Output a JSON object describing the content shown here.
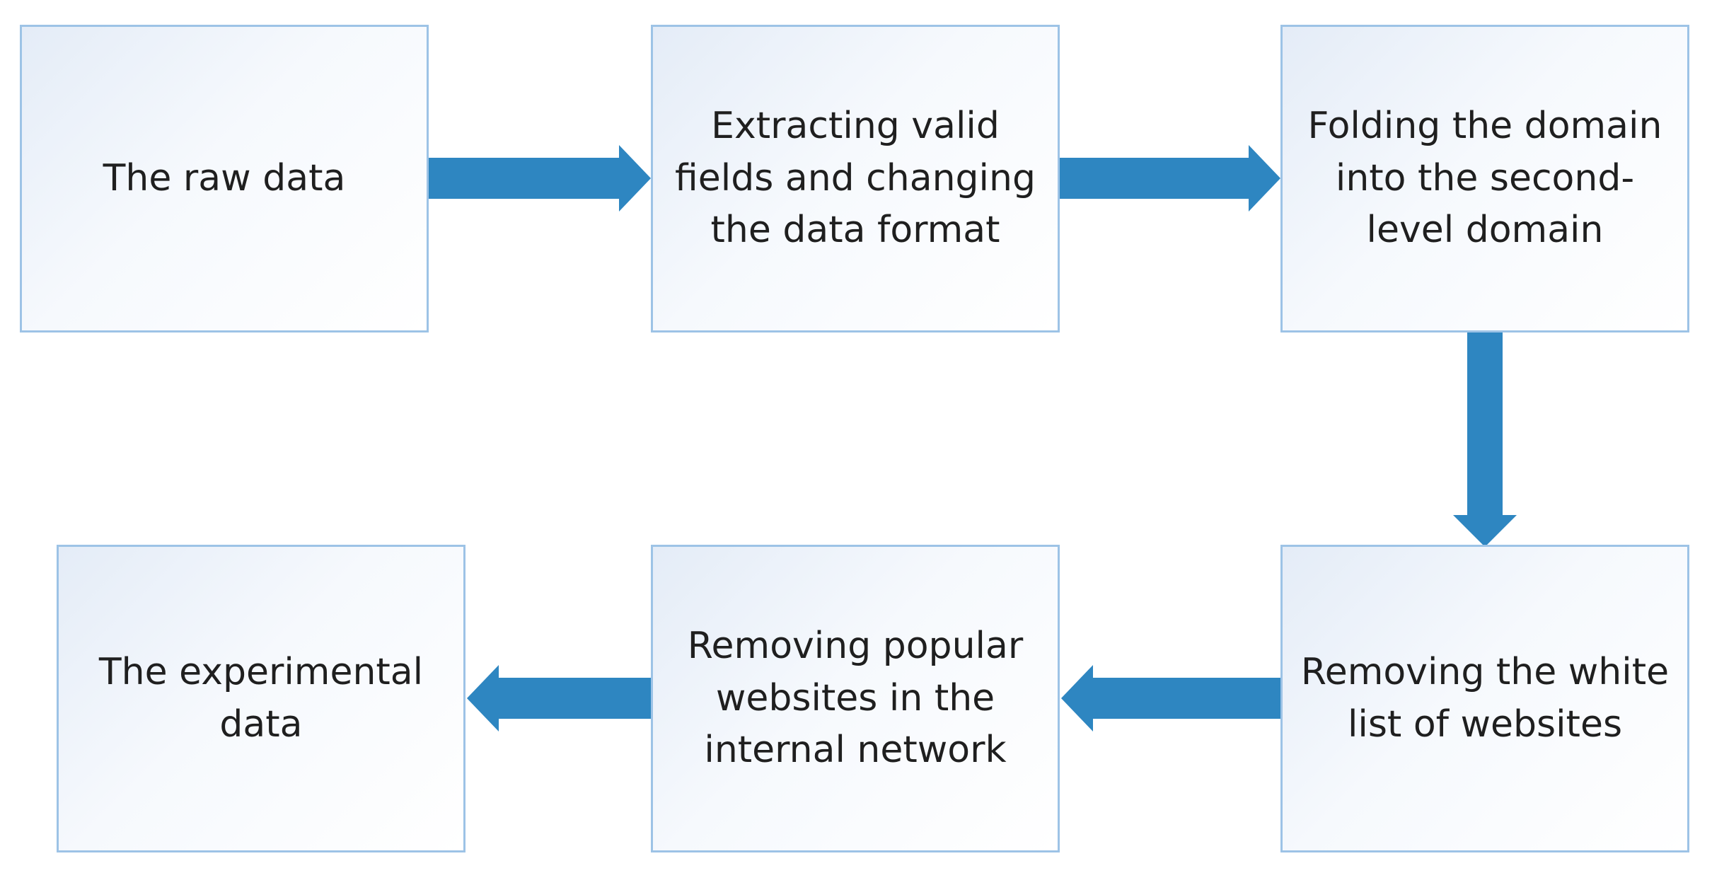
{
  "diagram": {
    "colors": {
      "arrow": "#2e86c1",
      "box_border": "#9dc3e6",
      "box_fill": "#eef3fa"
    },
    "boxes": {
      "raw_data": "The raw data",
      "extract_fields": "Extracting valid fields and changing the data format",
      "fold_domain": "Folding the domain into the second-level domain",
      "remove_whitelist": "Removing the white list of websites",
      "remove_popular": "Removing popular websites in the internal network",
      "experimental_data": "The experimental data"
    },
    "flow": [
      [
        "raw_data",
        "extract_fields"
      ],
      [
        "extract_fields",
        "fold_domain"
      ],
      [
        "fold_domain",
        "remove_whitelist"
      ],
      [
        "remove_whitelist",
        "remove_popular"
      ],
      [
        "remove_popular",
        "experimental_data"
      ]
    ]
  }
}
